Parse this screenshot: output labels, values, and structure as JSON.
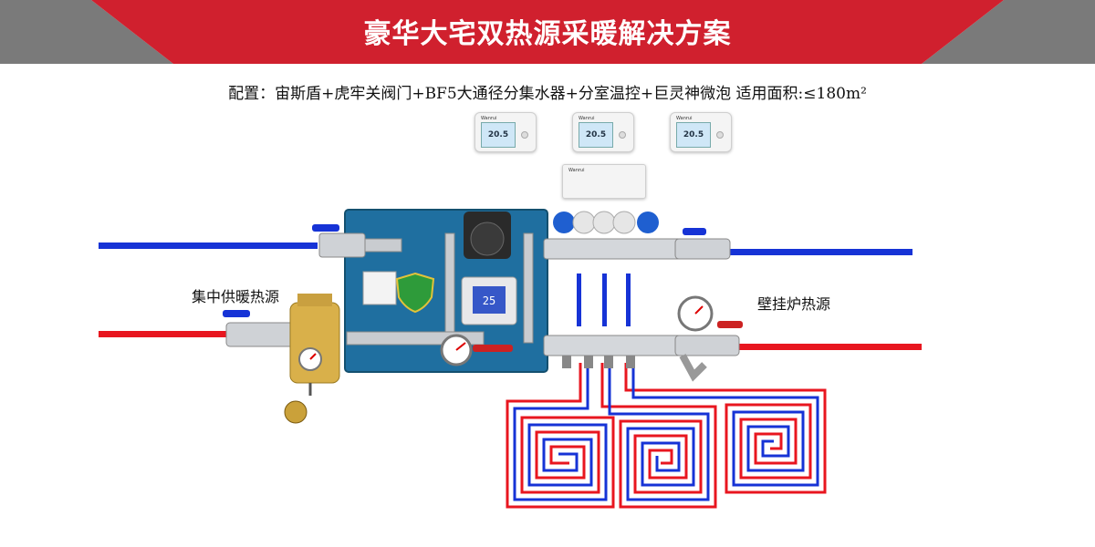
{
  "header": {
    "title": "豪华大宅双热源采暖解决方案",
    "colors": {
      "banner_red": "#d0202e",
      "banner_gray": "#7a7a7a"
    }
  },
  "config_line": "配置：宙斯盾+虎牢关阀门+BF5大通径分集水器+分室温控+巨灵神微泡  适用面积:≤180m²",
  "labels": {
    "left_source": "集中供暖热源",
    "right_source": "壁挂炉热源"
  },
  "thermostats": [
    {
      "brand": "Wanrui",
      "reading": "20.5"
    },
    {
      "brand": "Wanrui",
      "reading": "20.5"
    },
    {
      "brand": "Wanrui",
      "reading": "20.5"
    }
  ],
  "controller": {
    "brand": "Wanrui"
  },
  "panel_display": {
    "reading": "25"
  },
  "pipe_colors": {
    "supply": "#e8161f",
    "return": "#1633d6"
  }
}
